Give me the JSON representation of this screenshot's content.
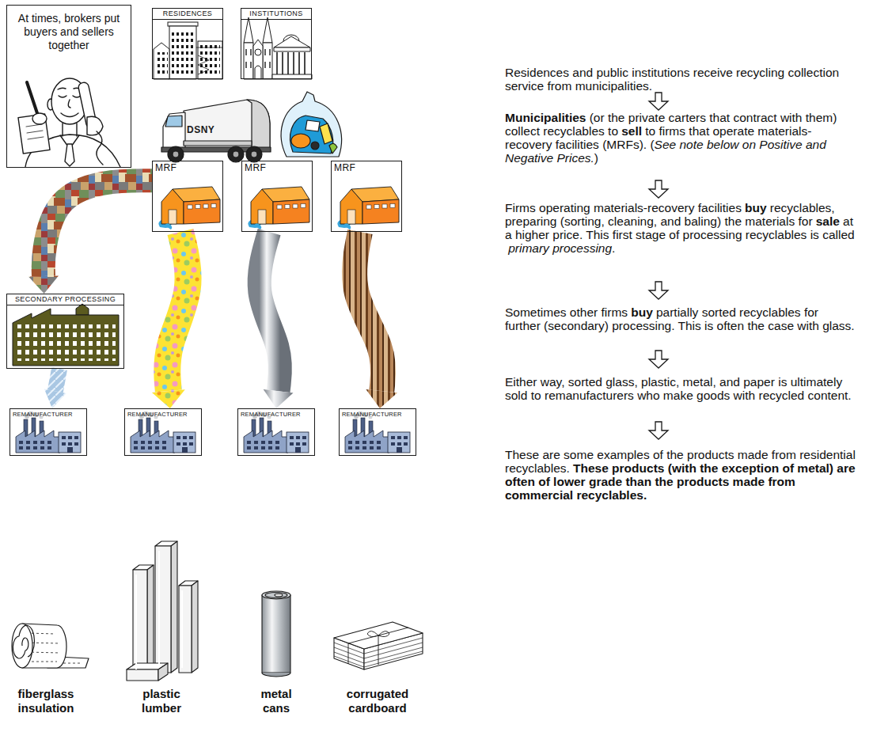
{
  "diagram": {
    "nodes": [
      {
        "text": [
          "At times, brokers put buyers and sellers together"
        ]
      },
      {
        "text": [
          "RESIDENCES"
        ]
      },
      {
        "text": [
          "INSTITUTIONS"
        ]
      },
      {
        "text": [
          "MRF"
        ]
      },
      {
        "text": [
          "MRF"
        ]
      },
      {
        "text": [
          "MRF"
        ]
      },
      {
        "text": [
          "SECONDARY PROCESSING"
        ]
      },
      {
        "text": [
          "REMANUFACTURER"
        ]
      },
      {
        "text": [
          "REMANUFACTURER"
        ]
      },
      {
        "text": [
          "REMANUFACTURER"
        ]
      },
      {
        "text": [
          "REMANUFACTURER"
        ]
      }
    ],
    "edges": [
      {
        "from": 3,
        "to": 6,
        "arrow": "to"
      },
      {
        "from": 6,
        "to": 7,
        "arrow": "to"
      },
      {
        "from": 3,
        "to": 8,
        "arrow": "to"
      },
      {
        "from": 4,
        "to": 9,
        "arrow": "to"
      },
      {
        "from": 5,
        "to": 10,
        "arrow": "to"
      }
    ],
    "labels": [
      "DSNY",
      "Residences and public institutions receive recycling collection service from municipalities.",
      "Municipalities",
      "(or the private carters that contract with them) collect recyclables to",
      "sell",
      "to firms that operate materials-recovery facilities (MRFs). (",
      "See note below on Positive and Negative Prices.",
      ")",
      "Firms operating materials-recovery facilities",
      "buy",
      "recyclables, preparing (sorting, cleaning, and baling) the materials for",
      "sale",
      "at a higher price. This first stage of processing recyclables is called",
      "primary processing",
      ".",
      "Sometimes other firms",
      "buy",
      "partially sorted recyclables for further (secondary) processing. This is often the case with glass.",
      "Either way, sorted glass, plastic, metal, and paper is ultimately sold to remanufacturers who make goods with recycled content.",
      "These are some examples of the products made from residential recyclables.",
      "These products (with the exception of metal) are often of lower grade than the products made from commercial recyclables.",
      "fiberglass insulation",
      "plastic lumber",
      "metal cans",
      "corrugated cardboard"
    ]
  }
}
